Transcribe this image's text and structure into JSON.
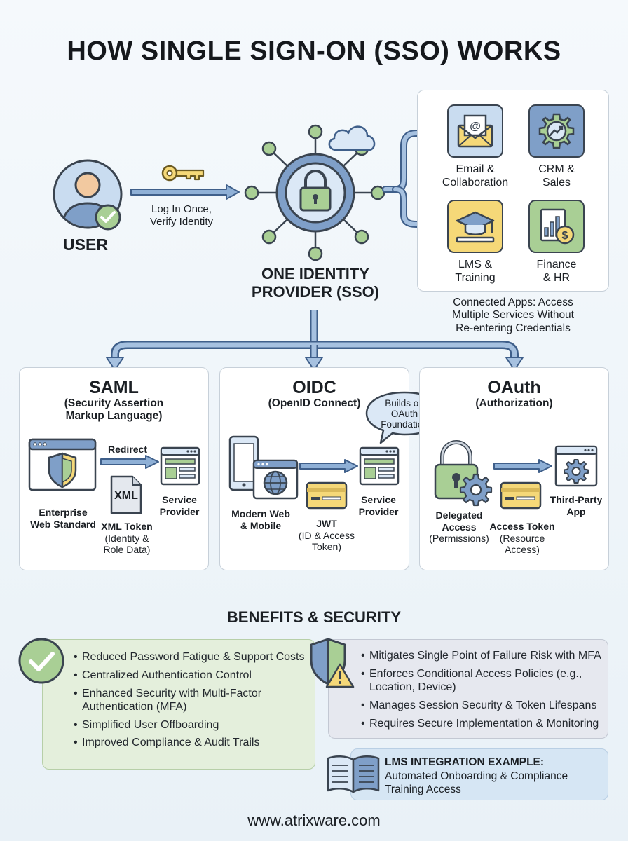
{
  "title": "HOW SINGLE SIGN-ON (SSO) WORKS",
  "user": {
    "label": "USER"
  },
  "login_flow": {
    "line1": "Log In Once,",
    "line2": "Verify Identity"
  },
  "idp": {
    "line1": "ONE IDENTITY",
    "line2": "PROVIDER (SSO)"
  },
  "apps": [
    {
      "line1": "Email &",
      "line2": "Collaboration",
      "icon": "email-icon"
    },
    {
      "line1": "CRM &",
      "line2": "Sales",
      "icon": "crm-gear-icon"
    },
    {
      "line1": "LMS &",
      "line2": "Training",
      "icon": "graduation-cap-icon"
    },
    {
      "line1": "Finance",
      "line2": "& HR",
      "icon": "finance-chart-icon"
    }
  ],
  "apps_caption": {
    "line1": "Connected Apps: Access",
    "line2": "Multiple Services Without",
    "line3": "Re-entering Credentials"
  },
  "saml": {
    "title": "SAML",
    "subtitle1": "(Security Assertion",
    "subtitle2": "Markup Language)",
    "redirect": "Redirect",
    "xml": "XML",
    "enterprise1": "Enterprise",
    "enterprise2": "Web Standard",
    "token1": "XML Token",
    "token2": "(Identity &",
    "token3": "Role Data)",
    "sp1": "Service",
    "sp2": "Provider"
  },
  "oidc": {
    "title": "OIDC",
    "subtitle": "(OpenID Connect)",
    "bubble1": "Builds on",
    "bubble2": "OAuth",
    "bubble3": "Foundation",
    "modern1": "Modern Web",
    "modern2": "& Mobile",
    "jwt1": "JWT",
    "jwt2": "(ID & Access",
    "jwt3": "Token)",
    "sp1": "Service",
    "sp2": "Provider"
  },
  "oauth": {
    "title": "OAuth",
    "subtitle": "(Authorization)",
    "delegated1": "Delegated",
    "delegated2": "Access",
    "delegated3": "(Permissions)",
    "token1": "Access Token",
    "token2": "(Resource",
    "token3": "Access)",
    "third1": "Third-Party",
    "third2": "App"
  },
  "benefits": {
    "heading": "BENEFITS & SECURITY",
    "left": [
      "Reduced Password Fatigue & Support Costs",
      "Centralized Authentication Control",
      "Enhanced Security with Multi-Factor Authentication (MFA)",
      "Simplified User Offboarding",
      "Improved Compliance & Audit Trails"
    ],
    "right": [
      "Mitigates Single Point of Failure Risk with MFA",
      "Enforces Conditional Access Policies (e.g., Location, Device)",
      "Manages Session Security & Token Lifespans",
      "Requires Secure Implementation & Monitoring"
    ]
  },
  "lms_example": {
    "heading": "LMS INTEGRATION EXAMPLE:",
    "line1": "Automated Onboarding & Compliance",
    "line2": "Training Access"
  },
  "footer": {
    "url": "www.atrixware.com"
  },
  "colors": {
    "blue": "#7f9fc8",
    "blue_dark": "#3f5f8a",
    "green": "#a9cf95",
    "yellow": "#f5d878",
    "peach": "#f2c9a0",
    "benefit_bg": "#e4efdc",
    "security_bg": "#e6e8ef",
    "lms_bg": "#d6e6f4"
  }
}
